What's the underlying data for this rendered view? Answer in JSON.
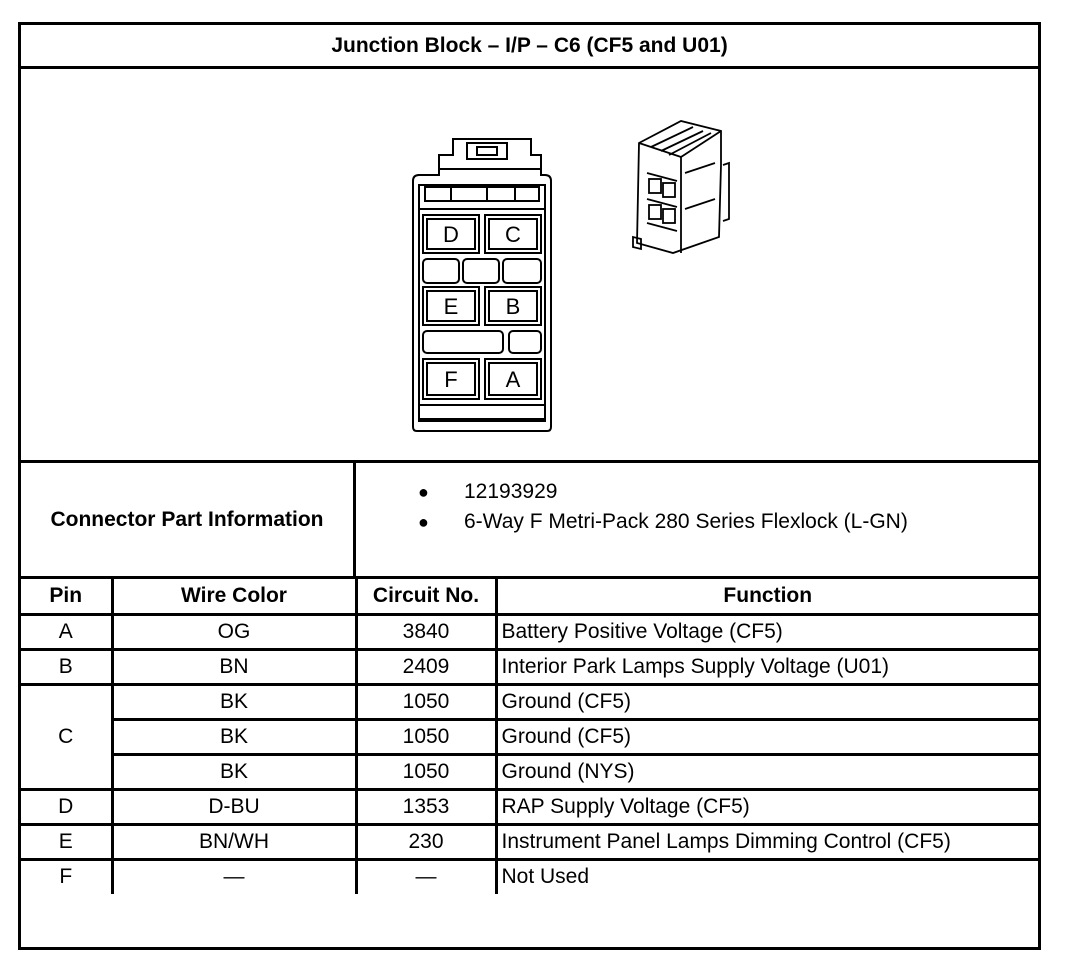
{
  "title": "Junction Block – I/P – C6 (CF5 and U01)",
  "connector_face": {
    "cavities": [
      "D",
      "C",
      "E",
      "B",
      "F",
      "A"
    ]
  },
  "connector_info": {
    "label": "Connector Part Information",
    "items": [
      "12193929",
      "6-Way F Metri-Pack 280 Series Flexlock (L-GN)"
    ]
  },
  "pinout": {
    "headers": {
      "pin": "Pin",
      "wire_color": "Wire Color",
      "circuit": "Circuit No.",
      "function": "Function"
    },
    "rows": [
      {
        "pin": "A",
        "wire_color": "OG",
        "circuit": "3840",
        "function": "Battery Positive Voltage (CF5)"
      },
      {
        "pin": "B",
        "wire_color": "BN",
        "circuit": "2409",
        "function": "Interior Park Lamps Supply Voltage (U01)"
      },
      {
        "pin": "C",
        "wire_color": "BK",
        "circuit": "1050",
        "function": "Ground (CF5)"
      },
      {
        "pin": "",
        "wire_color": "BK",
        "circuit": "1050",
        "function": "Ground (CF5)"
      },
      {
        "pin": "",
        "wire_color": "BK",
        "circuit": "1050",
        "function": "Ground (NYS)"
      },
      {
        "pin": "D",
        "wire_color": "D-BU",
        "circuit": "1353",
        "function": "RAP Supply Voltage (CF5)"
      },
      {
        "pin": "E",
        "wire_color": "BN/WH",
        "circuit": "230",
        "function": "Instrument Panel Lamps Dimming Control (CF5)"
      },
      {
        "pin": "F",
        "wire_color": "—",
        "circuit": "—",
        "function": "Not Used"
      }
    ]
  }
}
